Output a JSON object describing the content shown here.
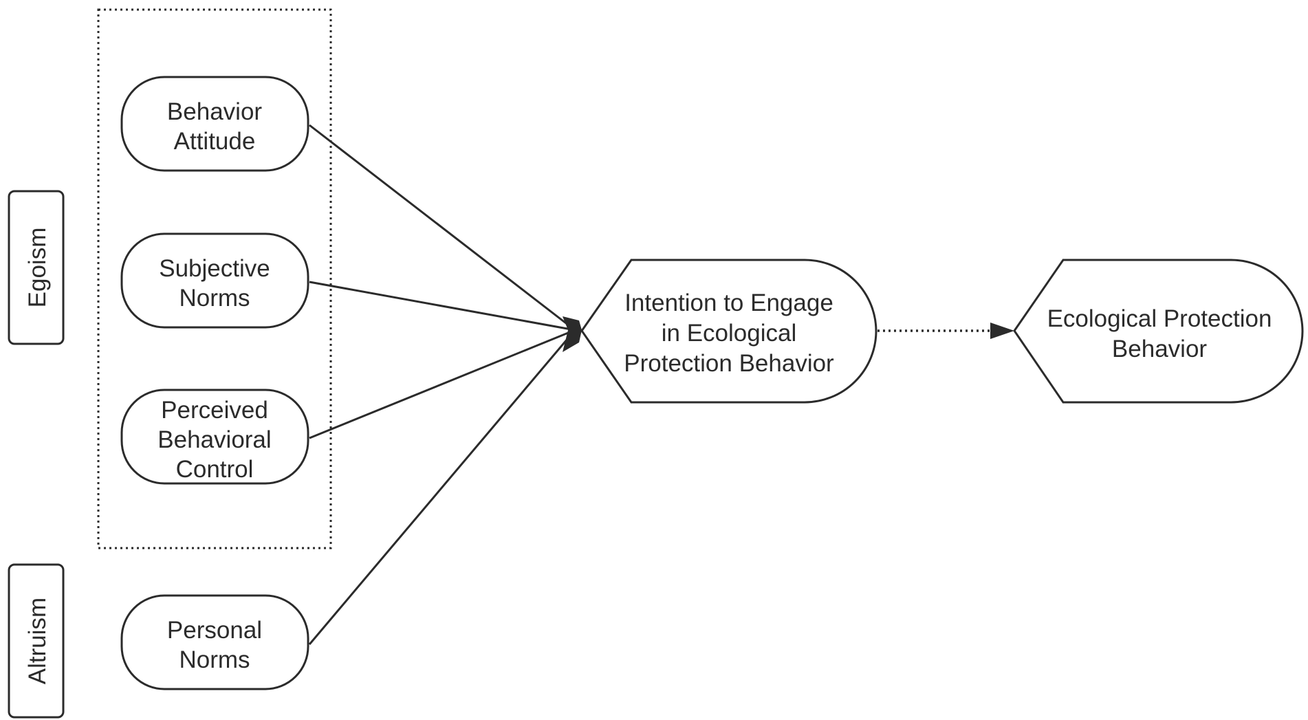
{
  "diagram": {
    "side_labels": {
      "egoism": "Egoism",
      "altruism": "Altruism"
    },
    "nodes": {
      "behavior_attitude": [
        "Behavior",
        "Attitude"
      ],
      "subjective_norms": [
        "Subjective",
        "Norms"
      ],
      "perceived_behavioral_control": [
        "Perceived",
        "Behavioral",
        "Control"
      ],
      "personal_norms": [
        "Personal",
        "Norms"
      ],
      "intention": [
        "Intention to Engage",
        "in Ecological",
        "Protection Behavior"
      ],
      "ecological_behavior": [
        "Ecological Protection",
        "Behavior"
      ]
    },
    "edges": [
      {
        "from": "behavior_attitude",
        "to": "intention",
        "style": "solid"
      },
      {
        "from": "subjective_norms",
        "to": "intention",
        "style": "solid"
      },
      {
        "from": "perceived_behavioral_control",
        "to": "intention",
        "style": "solid"
      },
      {
        "from": "personal_norms",
        "to": "intention",
        "style": "solid"
      },
      {
        "from": "intention",
        "to": "ecological_behavior",
        "style": "dotted"
      }
    ],
    "stroke_color": "#2b2b2b"
  }
}
